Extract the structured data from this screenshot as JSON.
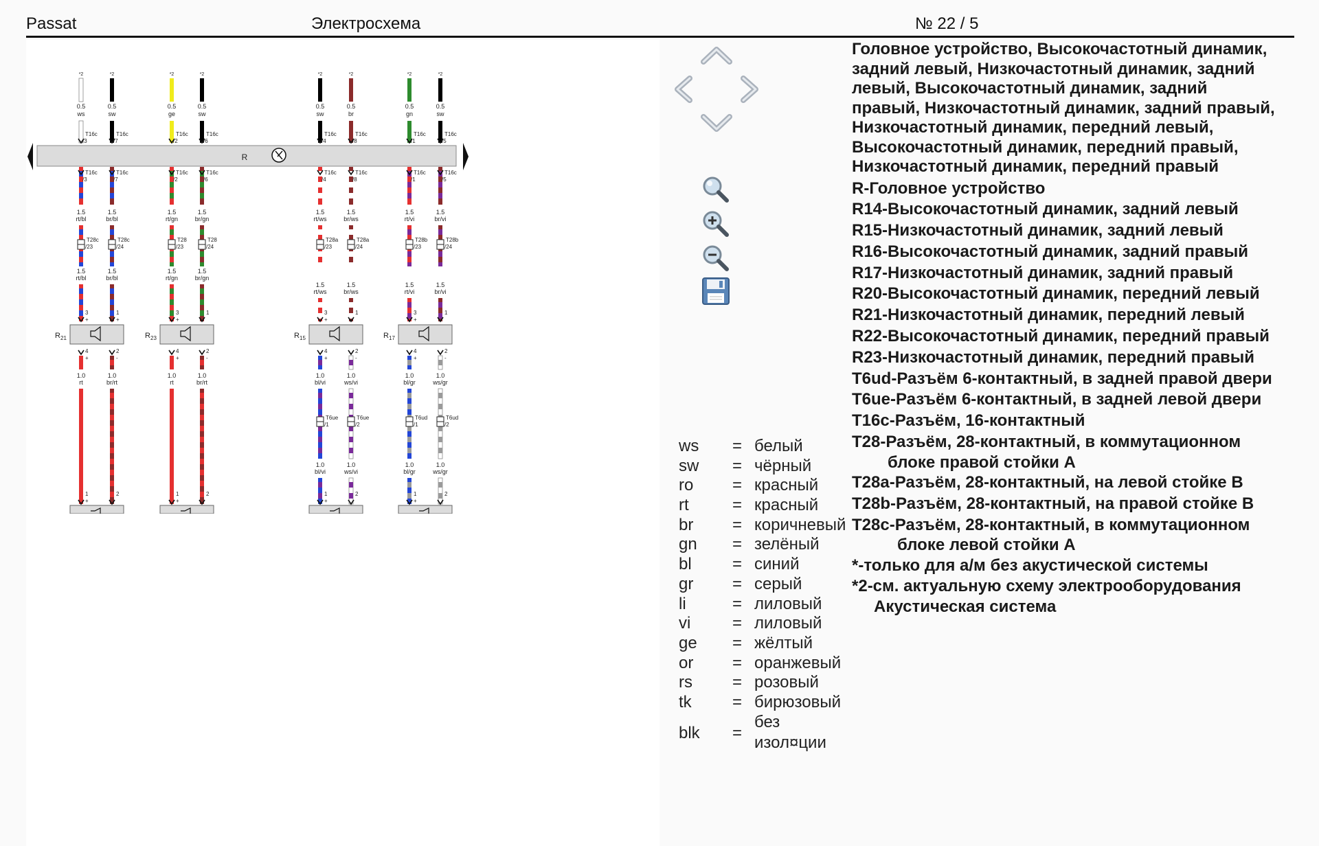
{
  "header": {
    "app": "Passat",
    "title": "Электросхема",
    "page": "№  22 / 5"
  },
  "legend": {
    "intro_lines": [
      "Головное устройство, Высокочастотный динамик,",
      "задний левый, Низкочастотный динамик, задний",
      "левый, Высокочастотный динамик, задний",
      "правый, Низкочастотный динамик, задний правый,",
      "Низкочастотный динамик, передний левый,",
      "Высокочастотный динамик, передний правый,",
      "Низкочастотный динамик, передний правый"
    ],
    "components": [
      "R-Головное устройство",
      "R14-Высокочастотный динамик, задний левый",
      "R15-Низкочастотный динамик, задний левый",
      "R16-Высокочастотный динамик, задний правый",
      "R17-Низкочастотный динамик, задний правый",
      "R20-Высокочастотный динамик, передний левый",
      "R21-Низкочастотный динамик, передний левый",
      "R22-Высокочастотный динамик, передний правый",
      "R23-Низкочастотный динамик, передний правый",
      "T6ud-Разъём 6-контактный, в задней правой двери",
      "T6ue-Разъём 6-контактный, в задней левой двери",
      "T16c-Разъём, 16-контактный"
    ],
    "t28": {
      "line1": "T28-Разъём, 28-контактный, в коммутационном",
      "line2": "блоке правой стойки А"
    },
    "t28a": "T28a-Разъём, 28-контактный, на левой стойке В",
    "t28b": "T28b-Разъём, 28-контактный, на правой стойке В",
    "t28c": {
      "line1": "T28c-Разъём, 28-контактный, в коммутационном",
      "line2": "блоке левой стойки А"
    },
    "note1": "*-только для а/м без акустической системы",
    "note2": {
      "line1": "*2-см. актуальную схему электрооборудования",
      "line2": "Акустическая система"
    }
  },
  "color_codes": [
    {
      "code": "ws",
      "eq": "=",
      "name": "белый"
    },
    {
      "code": "sw",
      "eq": "=",
      "name": "чёрный"
    },
    {
      "code": "ro",
      "eq": "=",
      "name": "красный"
    },
    {
      "code": "rt",
      "eq": "=",
      "name": "красный"
    },
    {
      "code": "br",
      "eq": "=",
      "name": "коричневый"
    },
    {
      "code": "gn",
      "eq": "=",
      "name": "зелёный"
    },
    {
      "code": "bl",
      "eq": "=",
      "name": "синий"
    },
    {
      "code": "gr",
      "eq": "=",
      "name": "серый"
    },
    {
      "code": "li",
      "eq": "=",
      "name": "лиловый"
    },
    {
      "code": "vi",
      "eq": "=",
      "name": "лиловый"
    },
    {
      "code": "ge",
      "eq": "=",
      "name": "жёлтый"
    },
    {
      "code": "or",
      "eq": "=",
      "name": "оранжевый"
    },
    {
      "code": "rs",
      "eq": "=",
      "name": "розовый"
    },
    {
      "code": "tk",
      "eq": "=",
      "name": "бирюзовый"
    },
    {
      "code": "blk",
      "eq": "=",
      "name": "без",
      "name2": "изол¤ции"
    }
  ],
  "controls": {
    "up": "chevron-up-icon",
    "left": "chevron-left-icon",
    "right": "chevron-right-icon",
    "down": "chevron-down-icon",
    "search": "magnifier-icon",
    "zoom_in": "zoom-in-icon",
    "zoom_out": "zoom-out-icon",
    "save": "floppy-disk-icon"
  },
  "diagram": {
    "head_unit_label": "R",
    "star2": "*2",
    "colors": {
      "ws": "#ffffff",
      "sw": "#000000",
      "rt": "#e53030",
      "br": "#8b2b2b",
      "ge": "#f0ec1c",
      "gn": "#2e8b2e",
      "bl": "#2346d8",
      "vi": "#7a2a9a",
      "gr": "#9a9a9a"
    },
    "wires": [
      {
        "top_color": "ws",
        "top_size": "0.5",
        "top_code": "ws",
        "t16": "T16c",
        "pin": "/3",
        "mid_pattern": "rt/bl",
        "mid_size": "1.5",
        "mid_code": "rt/bl",
        "conn": "T28c",
        "conn_pin": "/23",
        "low_size": "1.5",
        "low_code": "rt/bl",
        "spk_pin": "3",
        "spk_pol": "+",
        "out_pin": "4",
        "out_pol": "+",
        "out_size": "1.0",
        "out_code": "rt",
        "bot_pin": "1",
        "bot_pol": "+"
      },
      {
        "top_color": "sw",
        "top_size": "0.5",
        "top_code": "sw",
        "t16": "T16c",
        "pin": "/7",
        "mid_pattern": "br/bl",
        "mid_size": "1.5",
        "mid_code": "br/bl",
        "conn": "T28c",
        "conn_pin": "/24",
        "low_size": "1.5",
        "low_code": "br/bl",
        "spk_pin": "1",
        "spk_pol": "+",
        "out_pin": "2",
        "out_pol": "-",
        "out_size": "1.0",
        "out_code": "br/rt",
        "bot_pin": "2",
        "bot_pol": ""
      },
      {
        "top_color": "ge",
        "top_size": "0.5",
        "top_code": "ge",
        "t16": "T16c",
        "pin": "/2",
        "mid_pattern": "rt/gn",
        "mid_size": "1.5",
        "mid_code": "rt/gn",
        "conn": "T28",
        "conn_pin": "/23",
        "low_size": "1.5",
        "low_code": "rt/gn",
        "spk_pin": "3",
        "spk_pol": "+",
        "out_pin": "4",
        "out_pol": "+",
        "out_size": "1.0",
        "out_code": "rt",
        "bot_pin": "1",
        "bot_pol": "+"
      },
      {
        "top_color": "sw",
        "top_size": "0.5",
        "top_code": "sw",
        "t16": "T16c",
        "pin": "/6",
        "mid_pattern": "br/gn",
        "mid_size": "1.5",
        "mid_code": "br/gn",
        "conn": "T28",
        "conn_pin": "/24",
        "low_size": "1.5",
        "low_code": "br/gn",
        "spk_pin": "1",
        "spk_pol": "",
        "out_pin": "2",
        "out_pol": "-",
        "out_size": "1.0",
        "out_code": "br/rt",
        "bot_pin": "2",
        "bot_pol": ""
      },
      {
        "top_color": "sw",
        "top_size": "0.5",
        "top_code": "sw",
        "t16": "T16c",
        "pin": "/4",
        "mid_pattern": "rt/ws",
        "mid_size": "1.5",
        "mid_code": "rt/ws",
        "conn": "T28a",
        "conn_pin": "/23",
        "low_size": "1.5",
        "low_code": "rt/ws",
        "spk_pin": "3",
        "spk_pol": "+",
        "out_pin": "4",
        "out_pol": "+",
        "out_size": "1.0",
        "out_code": "bl/vi",
        "t6": "T6ue",
        "t6_pin": "/1",
        "bot_size": "1.0",
        "bot_code": "bl/vi",
        "bot_pin": "1",
        "bot_pol": "+"
      },
      {
        "top_color": "br",
        "top_size": "0.5",
        "top_code": "br",
        "t16": "T16c",
        "pin": "/8",
        "mid_pattern": "br/ws",
        "mid_size": "1.5",
        "mid_code": "br/ws",
        "conn": "T28a",
        "conn_pin": "/24",
        "low_size": "1.5",
        "low_code": "br/ws",
        "spk_pin": "1",
        "spk_pol": "",
        "out_pin": "2",
        "out_pol": "-",
        "out_size": "1.0",
        "out_code": "ws/vi",
        "t6": "T6ue",
        "t6_pin": "/2",
        "bot_size": "1.0",
        "bot_code": "ws/vi",
        "bot_pin": "2",
        "bot_pol": ""
      },
      {
        "top_color": "gn",
        "top_size": "0.5",
        "top_code": "gn",
        "t16": "T16c",
        "pin": "/1",
        "mid_pattern": "rt/vi",
        "mid_size": "1.5",
        "mid_code": "rt/vi",
        "conn": "T28b",
        "conn_pin": "/23",
        "low_size": "1.5",
        "low_code": "rt/vi",
        "spk_pin": "3",
        "spk_pol": "+",
        "out_pin": "4",
        "out_pol": "+",
        "out_size": "1.0",
        "out_code": "bl/gr",
        "t6": "T6ud",
        "t6_pin": "/1",
        "bot_size": "1.0",
        "bot_code": "bl/gr",
        "bot_pin": "1",
        "bot_pol": "+"
      },
      {
        "top_color": "sw",
        "top_size": "0.5",
        "top_code": "sw",
        "t16": "T16c",
        "pin": "/5",
        "mid_pattern": "br/vi",
        "mid_size": "1.5",
        "mid_code": "br/vi",
        "conn": "T28b",
        "conn_pin": "/24",
        "low_size": "1.5",
        "low_code": "br/vi",
        "spk_pin": "1",
        "spk_pol": "",
        "out_pin": "2",
        "out_pol": "-",
        "out_size": "1.0",
        "out_code": "ws/gr",
        "t6": "T6ud",
        "t6_pin": "/2",
        "bot_size": "1.0",
        "bot_code": "ws/gr",
        "bot_pin": "2",
        "bot_pol": ""
      }
    ],
    "speakers": [
      {
        "label": "R",
        "sub": "21"
      },
      {
        "label": "R",
        "sub": "23"
      },
      {
        "label": "R",
        "sub": "15"
      },
      {
        "label": "R",
        "sub": "17"
      }
    ]
  }
}
